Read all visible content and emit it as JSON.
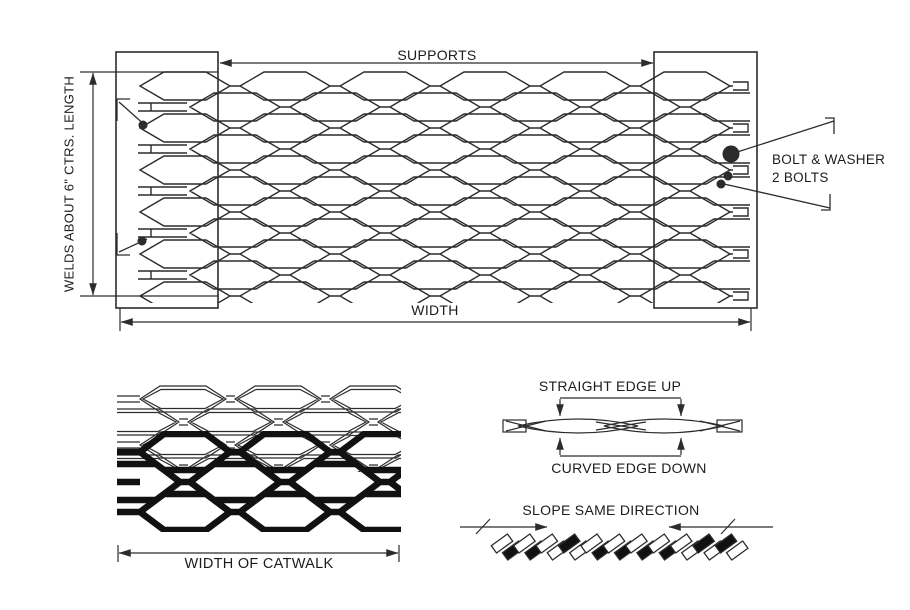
{
  "labels": {
    "supports": "SUPPORTS",
    "width": "WIDTH",
    "welds_length": "WELDS ABOUT 6\" CTRS. LENGTH",
    "bolt_line1": "BOLT & WASHER",
    "bolt_line2": "2 BOLTS",
    "catwalk_width": "WIDTH OF CATWALK",
    "straight_edge": "STRAIGHT EDGE UP",
    "curved_edge": "CURVED EDGE DOWN",
    "slope": "SLOPE SAME DIRECTION"
  },
  "colors": {
    "line": "#2c2c2c",
    "text": "#1c1c1c",
    "background": "#ffffff",
    "strand_dark": "#111111",
    "strand_light": "#ffffff"
  }
}
